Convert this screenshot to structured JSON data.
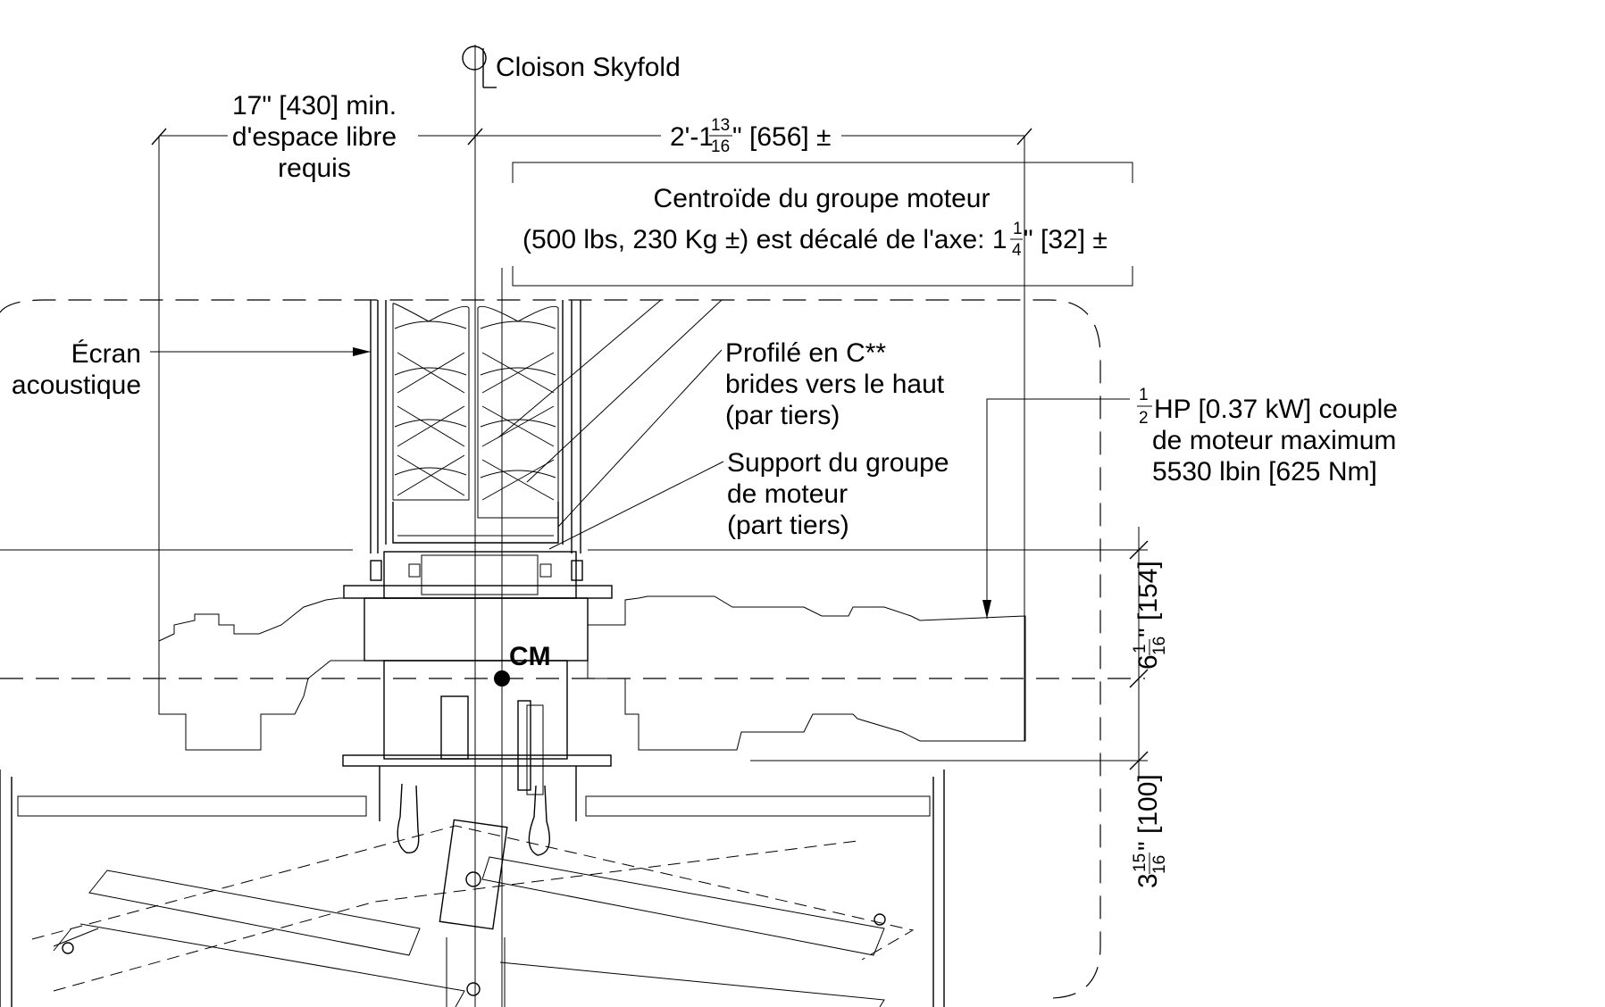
{
  "centerline": {
    "symbol": "CL",
    "label": "Cloison Skyfold"
  },
  "clearance": {
    "line1": "17\" [430] min.",
    "line2": "d'espace libre",
    "line3": "requis"
  },
  "offset_dim": {
    "prefix": "2'-1",
    "frac_num": "13",
    "frac_den": "16",
    "suffix": "\" [656] ±"
  },
  "centroid": {
    "line1": "Centroïde du groupe moteur",
    "line2_prefix": "(500 lbs, 230 Kg ±) est décalé de l'axe: 1",
    "frac_num": "1",
    "frac_den": "4",
    "line2_suffix": "\" [32] ±"
  },
  "acoustic_screen": {
    "line1": "Écran",
    "line2": "acoustique"
  },
  "c_profile": {
    "line1": "Profilé en C**",
    "line2": "brides vers le haut",
    "line3": "(par tiers)"
  },
  "motor_support": {
    "line1": "Support du groupe",
    "line2": "de moteur",
    "line3": "(part tiers)"
  },
  "motor_spec": {
    "frac_num": "1",
    "frac_den": "2",
    "line1_suffix": " HP [0.37 kW] couple",
    "line2": "de moteur maximum",
    "line3": "5530 lbin [625 Nm]"
  },
  "dim_upper": {
    "whole": "6",
    "frac_num": "1",
    "frac_den": "16",
    "suffix": "\" [154]"
  },
  "dim_lower": {
    "whole": "3",
    "frac_num": "15",
    "frac_den": "16",
    "suffix": "\" [100]"
  },
  "center_mass": "CM"
}
